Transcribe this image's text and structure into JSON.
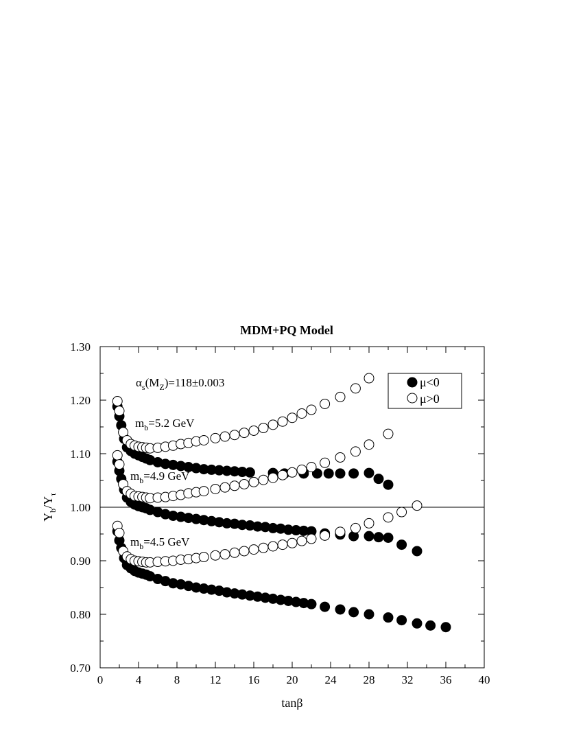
{
  "chart_data": {
    "type": "scatter",
    "title": "MDM+PQ Model",
    "xlabel": "tanβ",
    "ylabel": {
      "main": "Y",
      "sub1": "b",
      "slash": "/Y",
      "sub2": "τ"
    },
    "xlim": [
      0,
      40
    ],
    "ylim": [
      0.7,
      1.3
    ],
    "xticks": [
      0,
      4,
      8,
      12,
      16,
      20,
      24,
      28,
      32,
      36,
      40
    ],
    "xtick_labels": [
      "0",
      "4",
      "8",
      "12",
      "16",
      "20",
      "24",
      "28",
      "32",
      "36",
      "40"
    ],
    "yticks": [
      0.7,
      0.8,
      0.9,
      1.0,
      1.1,
      1.2,
      1.3
    ],
    "ytick_labels": [
      "0.70",
      "0.80",
      "0.90",
      "1.00",
      "1.10",
      "1.20",
      "1.30"
    ],
    "reference_line_y": 1.0,
    "grid": false,
    "legend_position": "top-right",
    "legend": [
      {
        "label": "μ<0",
        "marker": "filled-circle"
      },
      {
        "label": "μ>0",
        "marker": "open-circle"
      }
    ],
    "annotations": {
      "alpha": {
        "a": "α",
        "a_sub": "s",
        "b": "(M",
        "b_sub": "Z",
        "c": ")=118±0.003"
      },
      "mb52": {
        "m": "m",
        "m_sub": "b",
        "rest": "=5.2 GeV"
      },
      "mb49": {
        "m": "m",
        "m_sub": "b",
        "rest": "=4.9 GeV"
      },
      "mb45": {
        "m": "m",
        "m_sub": "b",
        "rest": "=4.5 GeV"
      }
    },
    "series": [
      {
        "name": "μ<0",
        "mb": "5.2 GeV",
        "filled": true,
        "x": [
          1.8,
          2.0,
          2.2,
          2.5,
          2.8,
          3.2,
          3.6,
          4.0,
          4.4,
          4.8,
          5.2,
          6.0,
          6.8,
          7.6,
          8.4,
          9.2,
          10.0,
          10.8,
          11.6,
          12.4,
          13.2,
          14.0,
          14.8,
          15.6,
          18.0,
          19.2,
          21.2,
          22.6,
          23.8,
          25.0,
          26.4,
          28.0,
          29.0,
          30.0
        ],
        "y": [
          1.188,
          1.17,
          1.153,
          1.128,
          1.112,
          1.105,
          1.1,
          1.097,
          1.094,
          1.091,
          1.088,
          1.084,
          1.081,
          1.079,
          1.077,
          1.075,
          1.073,
          1.071,
          1.07,
          1.069,
          1.068,
          1.067,
          1.066,
          1.065,
          1.064,
          1.063,
          1.063,
          1.063,
          1.063,
          1.063,
          1.063,
          1.064,
          1.053,
          1.042
        ]
      },
      {
        "name": "μ>0",
        "mb": "5.2 GeV",
        "filled": false,
        "x": [
          1.8,
          2.0,
          2.4,
          2.8,
          3.2,
          3.6,
          4.0,
          4.4,
          4.8,
          5.2,
          6.0,
          6.8,
          7.6,
          8.4,
          9.2,
          10.0,
          10.8,
          12.0,
          13.0,
          14.0,
          15.0,
          16.0,
          17.0,
          18.0,
          19.0,
          20.0,
          21.0,
          22.0,
          23.4,
          25.0,
          26.6,
          28.0
        ],
        "y": [
          1.198,
          1.18,
          1.14,
          1.125,
          1.118,
          1.115,
          1.113,
          1.112,
          1.111,
          1.11,
          1.111,
          1.113,
          1.115,
          1.118,
          1.12,
          1.123,
          1.125,
          1.129,
          1.132,
          1.135,
          1.139,
          1.143,
          1.148,
          1.154,
          1.16,
          1.167,
          1.175,
          1.182,
          1.193,
          1.206,
          1.222,
          1.241
        ]
      },
      {
        "name": "μ<0",
        "mb": "4.9 GeV",
        "filled": true,
        "x": [
          1.8,
          2.0,
          2.2,
          2.5,
          2.8,
          3.2,
          3.6,
          4.0,
          4.4,
          4.8,
          5.2,
          6.0,
          6.8,
          7.6,
          8.4,
          9.2,
          10.0,
          10.8,
          11.6,
          12.4,
          13.2,
          14.0,
          14.8,
          15.6,
          16.4,
          17.2,
          18.0,
          18.8,
          19.6,
          20.4,
          21.2,
          22.0,
          23.4,
          25.0,
          26.4,
          28.0,
          29.0,
          30.0,
          31.4,
          33.0
        ],
        "y": [
          1.085,
          1.068,
          1.053,
          1.033,
          1.018,
          1.01,
          1.005,
          1.002,
          1.0,
          0.998,
          0.995,
          0.991,
          0.987,
          0.984,
          0.982,
          0.98,
          0.978,
          0.976,
          0.974,
          0.972,
          0.97,
          0.969,
          0.967,
          0.966,
          0.964,
          0.963,
          0.961,
          0.96,
          0.958,
          0.957,
          0.956,
          0.955,
          0.951,
          0.949,
          0.946,
          0.946,
          0.944,
          0.943,
          0.93,
          0.918
        ]
      },
      {
        "name": "μ>0",
        "mb": "4.9 GeV",
        "filled": false,
        "x": [
          1.8,
          2.0,
          2.4,
          2.8,
          3.2,
          3.6,
          4.0,
          4.4,
          4.8,
          5.2,
          6.0,
          6.8,
          7.6,
          8.4,
          9.2,
          10.0,
          10.8,
          12.0,
          13.0,
          14.0,
          15.0,
          16.0,
          17.0,
          18.0,
          19.0,
          20.0,
          21.0,
          22.0,
          23.4,
          25.0,
          26.6,
          28.0,
          30.0
        ],
        "y": [
          1.097,
          1.08,
          1.043,
          1.03,
          1.025,
          1.021,
          1.02,
          1.019,
          1.018,
          1.017,
          1.018,
          1.019,
          1.021,
          1.023,
          1.026,
          1.028,
          1.03,
          1.034,
          1.037,
          1.04,
          1.043,
          1.047,
          1.051,
          1.055,
          1.06,
          1.065,
          1.07,
          1.075,
          1.083,
          1.093,
          1.104,
          1.117,
          1.137
        ]
      },
      {
        "name": "μ<0",
        "mb": "4.5 GeV",
        "filled": true,
        "x": [
          1.8,
          2.0,
          2.2,
          2.5,
          2.8,
          3.2,
          3.6,
          4.0,
          4.4,
          4.8,
          5.2,
          6.0,
          6.8,
          7.6,
          8.4,
          9.2,
          10.0,
          10.8,
          11.6,
          12.4,
          13.2,
          14.0,
          14.8,
          15.6,
          16.4,
          17.2,
          18.0,
          18.8,
          19.6,
          20.4,
          21.2,
          22.0,
          23.4,
          25.0,
          26.4,
          28.0,
          30.0,
          31.4,
          33.0,
          34.4,
          36.0
        ],
        "y": [
          0.955,
          0.938,
          0.924,
          0.905,
          0.892,
          0.886,
          0.881,
          0.878,
          0.876,
          0.874,
          0.871,
          0.866,
          0.862,
          0.858,
          0.856,
          0.853,
          0.85,
          0.848,
          0.846,
          0.844,
          0.841,
          0.839,
          0.837,
          0.835,
          0.833,
          0.831,
          0.829,
          0.827,
          0.825,
          0.823,
          0.821,
          0.819,
          0.814,
          0.809,
          0.804,
          0.8,
          0.794,
          0.789,
          0.783,
          0.779,
          0.776
        ]
      },
      {
        "name": "μ>0",
        "mb": "4.5 GeV",
        "filled": false,
        "x": [
          1.8,
          2.0,
          2.4,
          2.8,
          3.2,
          3.6,
          4.0,
          4.4,
          4.8,
          5.2,
          6.0,
          6.8,
          7.6,
          8.4,
          9.2,
          10.0,
          10.8,
          12.0,
          13.0,
          14.0,
          15.0,
          16.0,
          17.0,
          18.0,
          19.0,
          20.0,
          21.0,
          22.0,
          23.4,
          25.0,
          26.6,
          28.0,
          30.0,
          31.4,
          33.0
        ],
        "y": [
          0.965,
          0.952,
          0.918,
          0.908,
          0.903,
          0.9,
          0.899,
          0.898,
          0.897,
          0.897,
          0.898,
          0.899,
          0.9,
          0.902,
          0.903,
          0.905,
          0.907,
          0.91,
          0.912,
          0.915,
          0.918,
          0.921,
          0.924,
          0.927,
          0.93,
          0.933,
          0.937,
          0.941,
          0.947,
          0.954,
          0.961,
          0.97,
          0.981,
          0.991,
          1.003
        ]
      }
    ]
  }
}
